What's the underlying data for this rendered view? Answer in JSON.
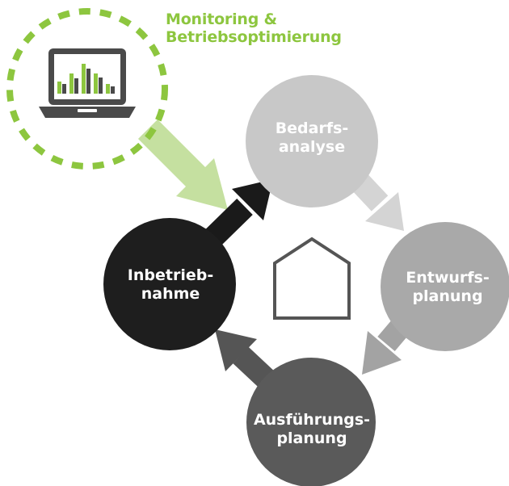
{
  "monitoring": {
    "title_line1": "Monitoring &",
    "title_line2": "Betriebsoptimierung",
    "icon": "laptop-bar-chart-icon"
  },
  "stages": {
    "bedarfsanalyse": {
      "line1": "Bedarfs-",
      "line2": "analyse"
    },
    "entwurfsplanung": {
      "line1": "Entwurfs-",
      "line2": "planung"
    },
    "ausfuehrungsplanung": {
      "line1": "Ausführungs-",
      "line2": "planung"
    },
    "inbetriebnahme": {
      "line1": "Inbetrieb-",
      "line2": "nahme"
    }
  },
  "center_icon": "house-outline-icon",
  "colors": {
    "green": "#8dc63f",
    "green_light": "#c5e0a0",
    "bedarfsanalyse": "#c8c8c8",
    "entwurfsplanung": "#a9a9a9",
    "ausfuehrungsplanung": "#5a5a5a",
    "inbetriebnahme": "#1e1e1e",
    "arrow_bedarf_entwurf": "#d4d4d4",
    "arrow_entwurf_ausfuehrung": "#a3a3a3",
    "arrow_ausfuehrung_inbetrieb": "#555555",
    "arrow_inbetrieb_bedarf": "#1a1a1a"
  }
}
